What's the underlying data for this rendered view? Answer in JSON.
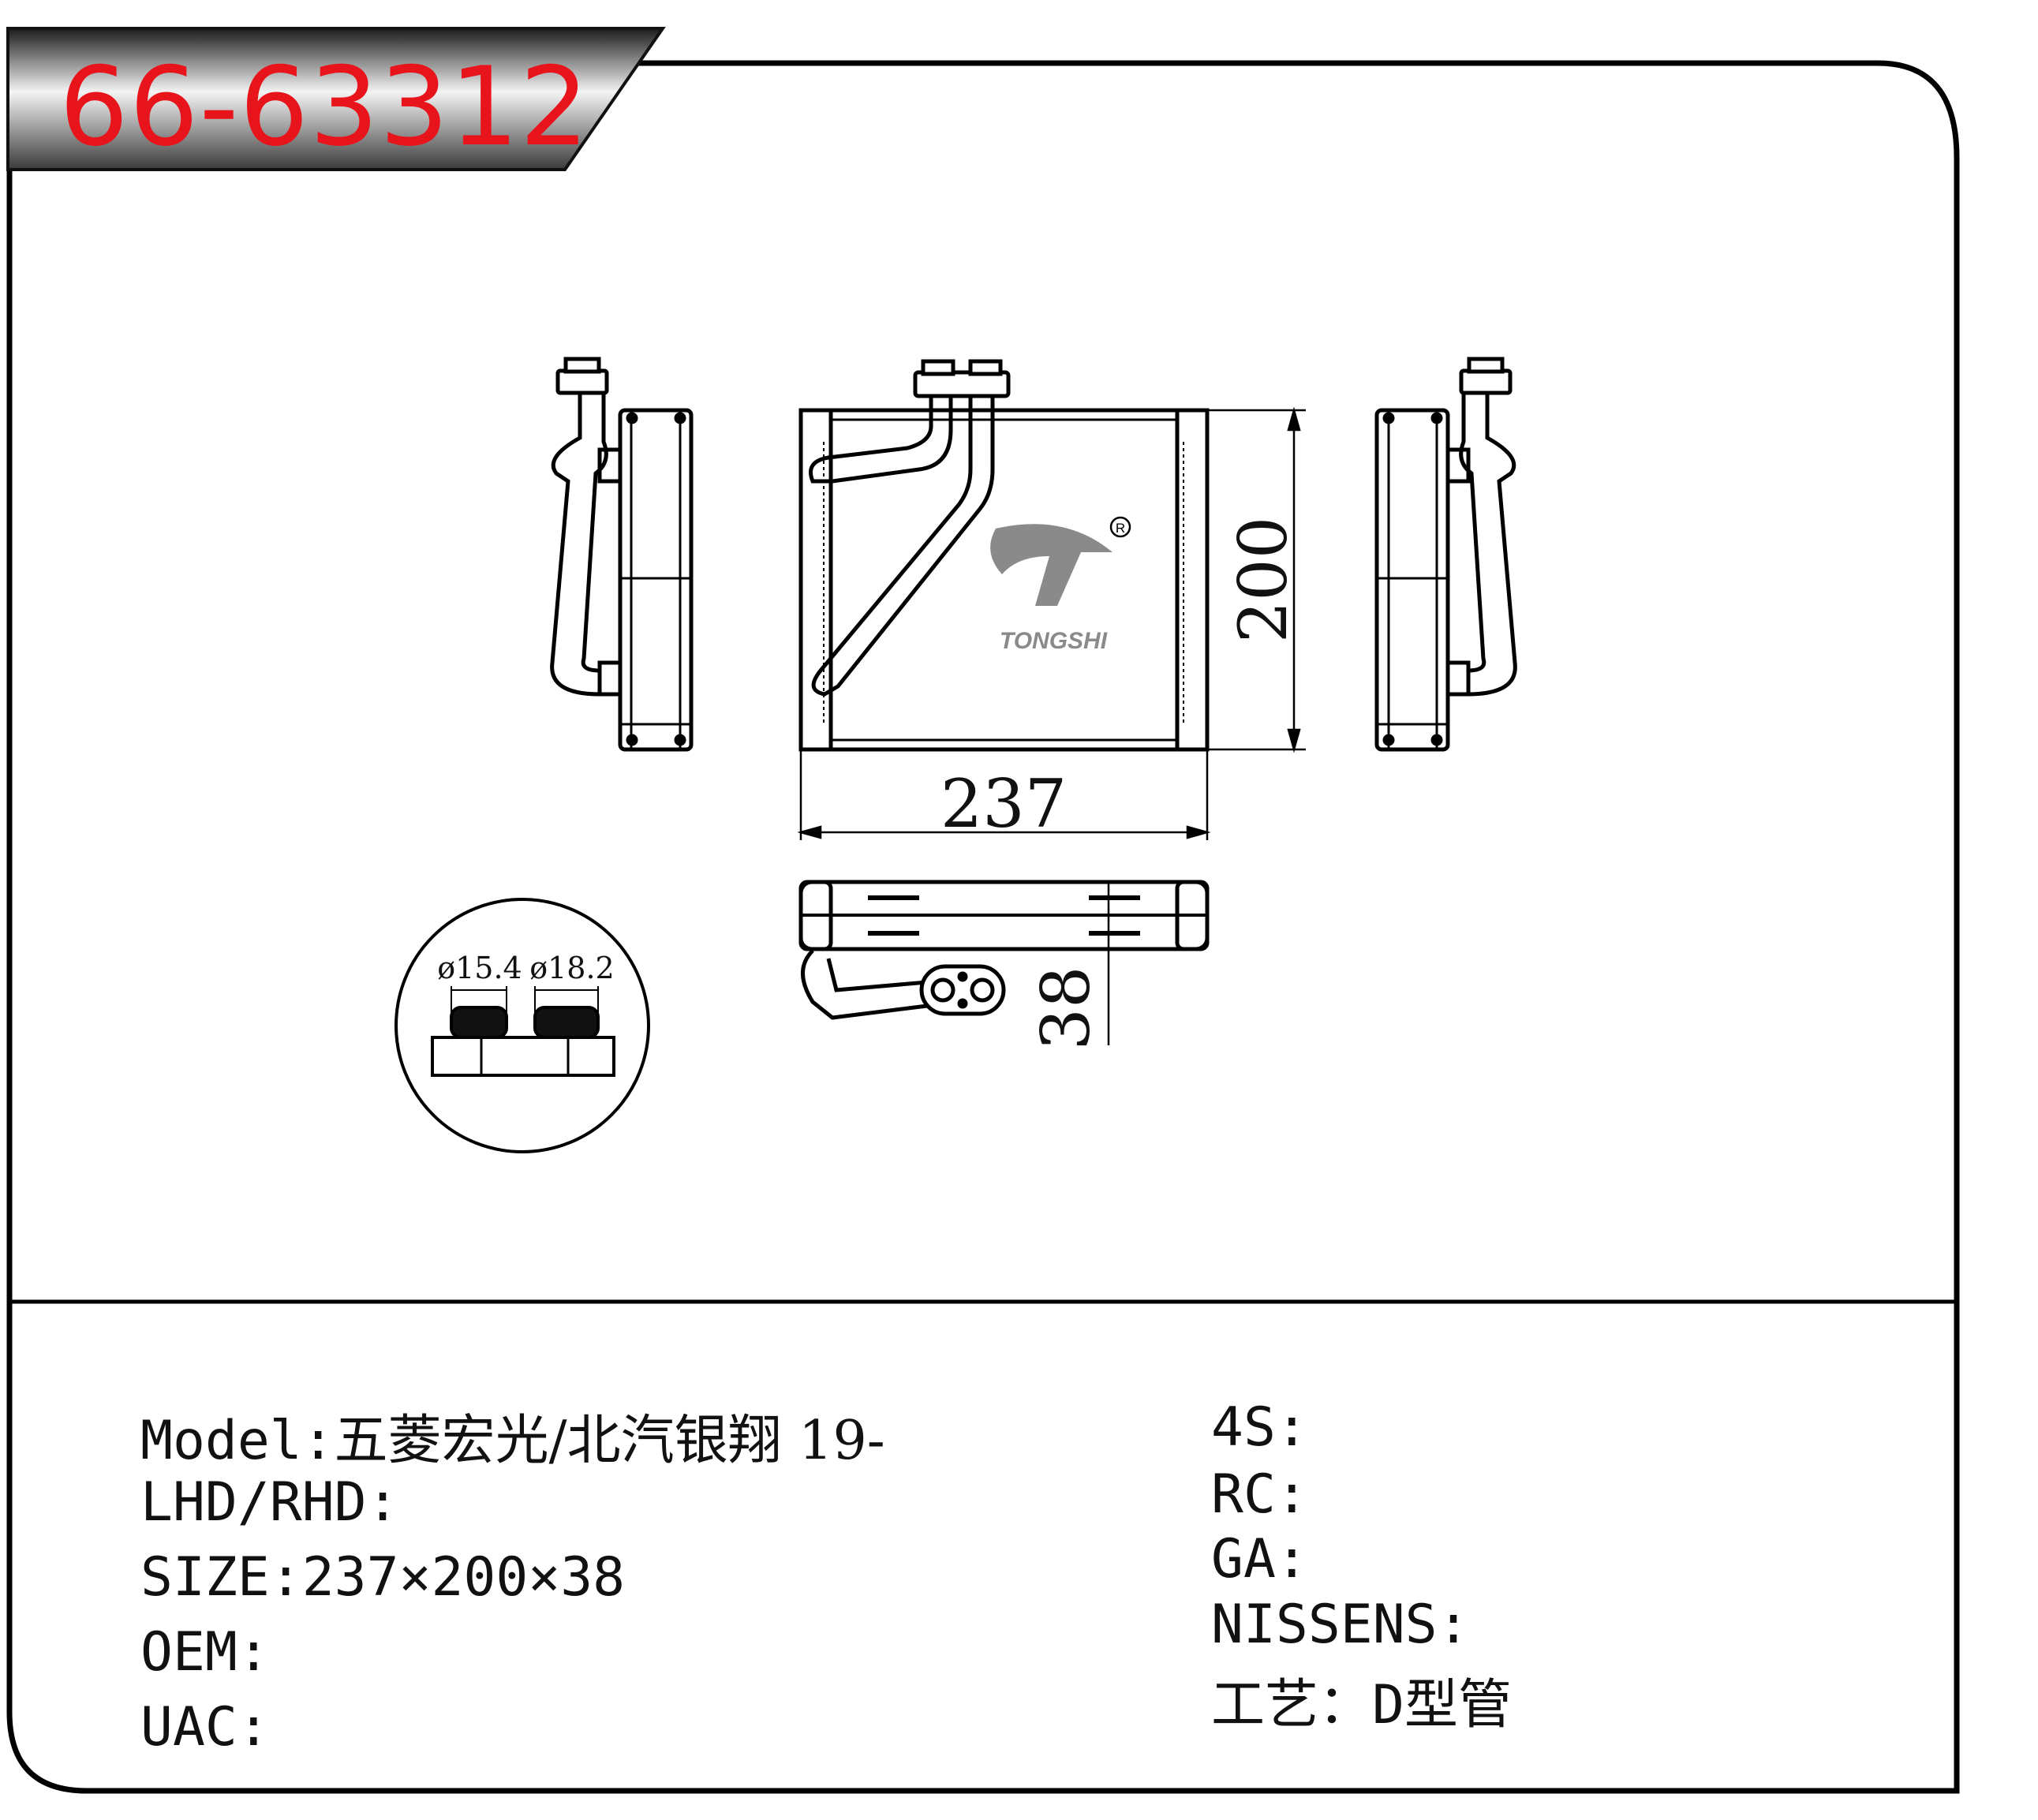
{
  "part_number": "66-63312",
  "brand": {
    "name": "TONGSHI",
    "registered_mark": "R"
  },
  "dimensions": {
    "width": "237",
    "height": "200",
    "depth": "38"
  },
  "pipe_detail": {
    "diameter_1": "ø15.4",
    "diameter_2": "ø18.2"
  },
  "specs_left": [
    {
      "key": "Model",
      "sep": ":",
      "value": "五菱宏光/北汽银翔 19-"
    },
    {
      "key": "LHD/RHD",
      "sep": ":",
      "value": ""
    },
    {
      "key": "SIZE",
      "sep": ":",
      "value": "237×200×38"
    },
    {
      "key": "OEM",
      "sep": ":",
      "value": ""
    },
    {
      "key": "UAC",
      "sep": ":",
      "value": ""
    }
  ],
  "specs_right": [
    {
      "key": "4S",
      "sep": ":",
      "value": ""
    },
    {
      "key": "RC",
      "sep": ":",
      "value": ""
    },
    {
      "key": "GA",
      "sep": ":",
      "value": ""
    },
    {
      "key": "NISSENS",
      "sep": ":",
      "value": ""
    },
    {
      "key": "工艺",
      "sep": "：",
      "value": "D型管"
    }
  ],
  "colors": {
    "part_number": "#e8141b",
    "banner_dark": "#2a2a2a",
    "logo_gray": "#8a8a8a"
  }
}
